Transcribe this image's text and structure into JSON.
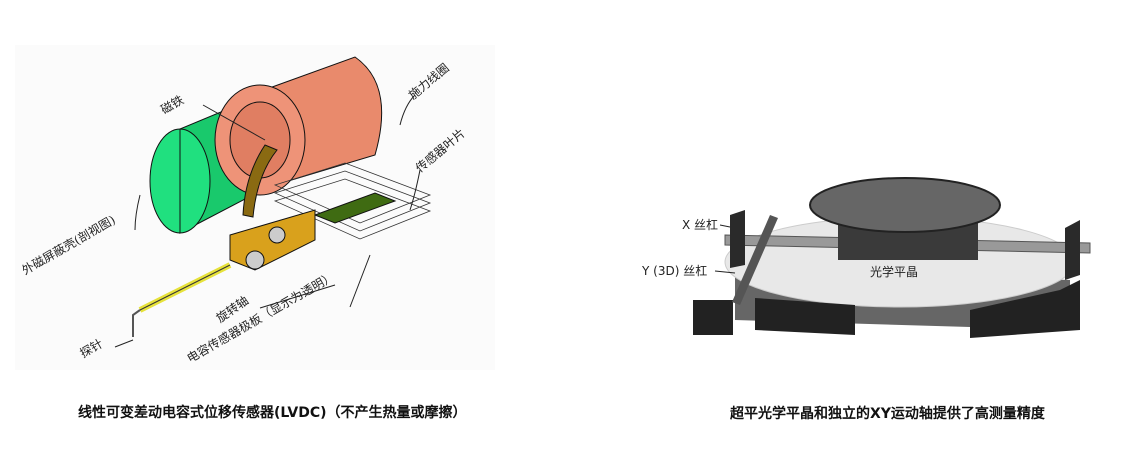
{
  "left_figure": {
    "labels": {
      "magnet": "磁铁",
      "force_coil": "施力线圈",
      "sensor_blade": "传感器叶片",
      "shield": "外磁屏蔽壳(剖视图)",
      "rotation_axis": "旋转轴",
      "capacitor_plate": "电容传感器极板（显示为透明）",
      "probe": "探针"
    },
    "caption": "线性可变差动电容式位移传感器(LVDC)（不产生热量或摩擦）",
    "colors": {
      "shield": "#1fd67a",
      "coil": "#ec8f72",
      "bracket": "#d9a11c",
      "probe": "#e6e23a",
      "blade": "#3f6b12"
    }
  },
  "right_figure": {
    "labels": {
      "x_screw": "X 丝杠",
      "y_screw": "Y (3D) 丝杠",
      "optical_flat": "光学平晶"
    },
    "caption": "超平光学平晶和独立的XY运动轴提供了高测量精度"
  }
}
